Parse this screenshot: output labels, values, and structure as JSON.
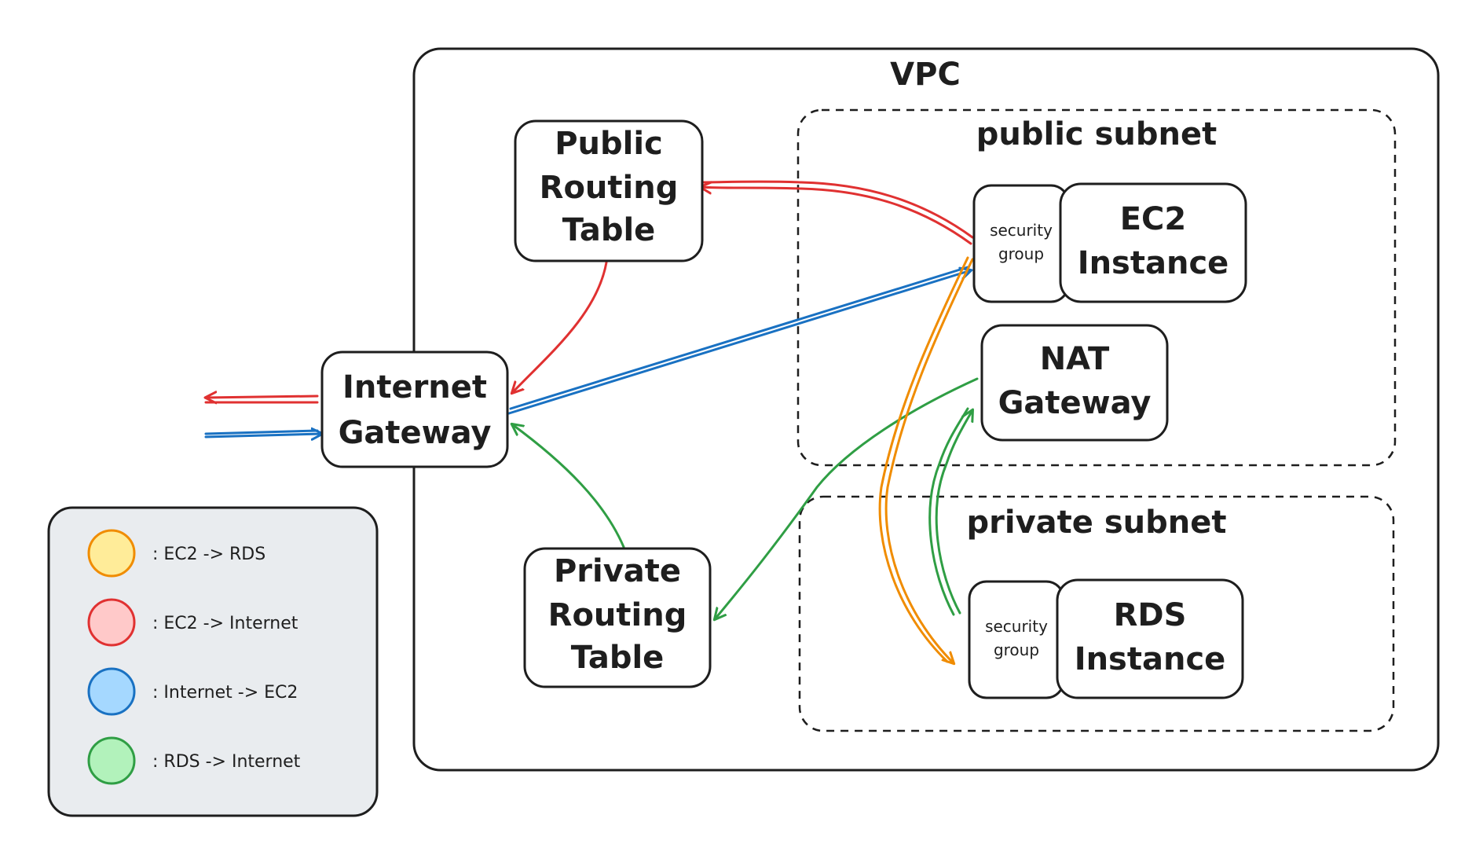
{
  "diagram": {
    "vpc_label": "VPC",
    "public_subnet_label": "public subnet",
    "private_subnet_label": "private subnet",
    "public_routing_table": {
      "line1": "Public",
      "line2": "Routing",
      "line3": "Table"
    },
    "private_routing_table": {
      "line1": "Private",
      "line2": "Routing",
      "line3": "Table"
    },
    "internet_gateway": {
      "line1": "Internet",
      "line2": "Gateway"
    },
    "nat_gateway": {
      "line1": "NAT",
      "line2": "Gateway"
    },
    "ec2_instance": {
      "line1": "EC2",
      "line2": "Instance"
    },
    "rds_instance": {
      "line1": "RDS",
      "line2": "Instance"
    },
    "ec2_security_group": {
      "line1": "security",
      "line2": "group"
    },
    "rds_security_group": {
      "line1": "security",
      "line2": "group"
    }
  },
  "legend": {
    "items": [
      {
        "label": ": EC2 -> RDS",
        "fill": "#ffec99",
        "stroke": "#f08c00"
      },
      {
        "label": ": EC2 -> Internet",
        "fill": "#ffc9c9",
        "stroke": "#e03131"
      },
      {
        "label": ": Internet -> EC2",
        "fill": "#a5d8ff",
        "stroke": "#1971c2"
      },
      {
        "label": ": RDS -> Internet",
        "fill": "#b2f2bb",
        "stroke": "#2f9e44"
      }
    ]
  },
  "colors": {
    "orange": "#f08c00",
    "red": "#e03131",
    "blue": "#1971c2",
    "green": "#2f9e44",
    "legend_background": "#e9ecef"
  }
}
